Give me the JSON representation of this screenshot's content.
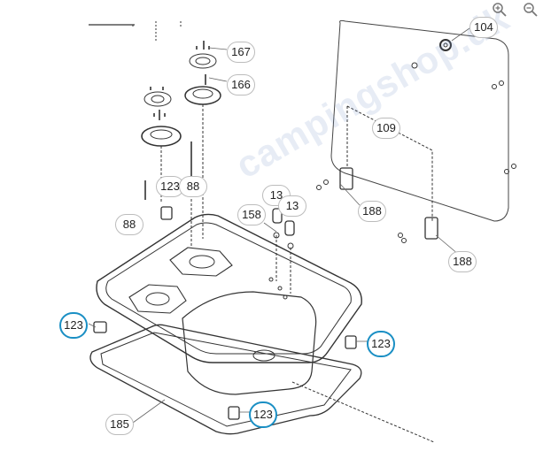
{
  "toolbar": {
    "zoom_in_icon": "zoom-in-icon",
    "zoom_out_icon": "zoom-out-icon"
  },
  "watermark": {
    "text": "campingshop.dk",
    "color": "#7896c8"
  },
  "colors": {
    "highlight": "#1a8fc4",
    "line": "#333333"
  },
  "callouts": {
    "c104": "104",
    "c167": "167",
    "c166": "166",
    "c109": "109",
    "c123_top": "123",
    "c88_a": "88",
    "c88_b": "88",
    "c13_a": "13",
    "c13_b": "13",
    "c158": "158",
    "c188_a": "188",
    "c188_b": "188",
    "c123_left": "123",
    "c123_right": "123",
    "c123_bottom": "123",
    "c185": "185"
  }
}
